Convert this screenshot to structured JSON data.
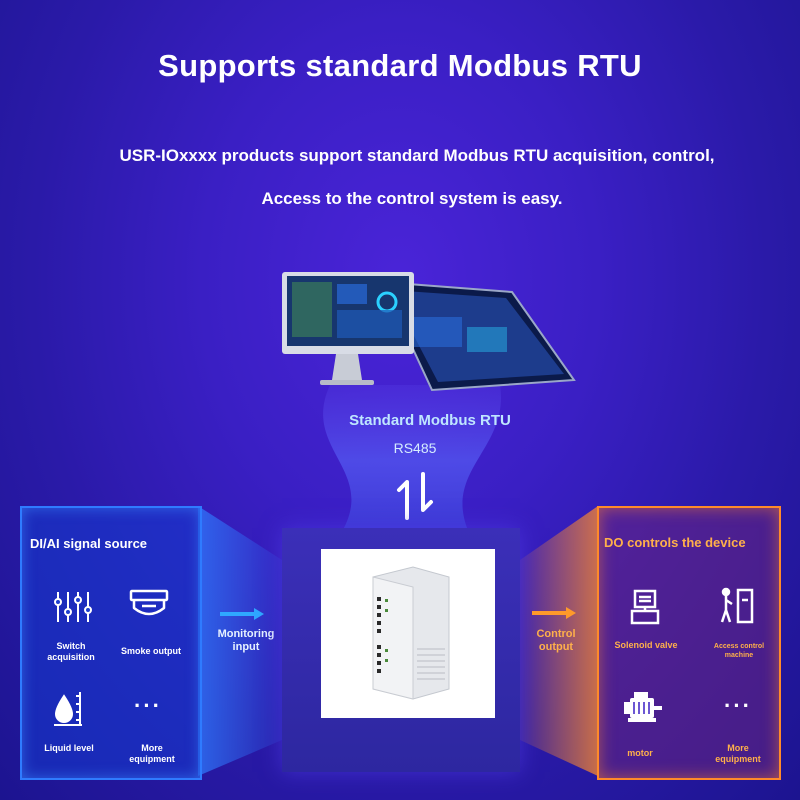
{
  "header": {
    "title": "Supports standard Modbus RTU",
    "subtitle_line1": "USR-IOxxxx products support standard Modbus RTU acquisition, control,",
    "subtitle_line2": "Access to the control system is easy."
  },
  "protocol": {
    "name": "Standard Modbus RTU",
    "interface": "RS485"
  },
  "left_panel": {
    "title": "DI/AI signal source",
    "items": [
      {
        "label": "Switch acquisition",
        "icon": "switch-sliders-icon"
      },
      {
        "label": "Smoke output",
        "icon": "smoke-detector-icon"
      },
      {
        "label": "Liquid level",
        "icon": "liquid-level-icon"
      },
      {
        "label": "More equipment",
        "icon": "more-dots-icon"
      }
    ],
    "arrow_label": "Monitoring input"
  },
  "right_panel": {
    "title": "DO controls the device",
    "items": [
      {
        "label": "Solenoid valve",
        "icon": "solenoid-valve-icon"
      },
      {
        "label": "Access control machine",
        "icon": "access-control-icon"
      },
      {
        "label": "motor",
        "icon": "motor-icon"
      },
      {
        "label": "More equipment",
        "icon": "more-dots-icon"
      }
    ],
    "arrow_label": "Control output"
  },
  "colors": {
    "background": "#3a1fc4",
    "left_accent": "#2f7bff",
    "right_accent": "#ffb04a",
    "protocol_text": "#bfe6ff"
  }
}
